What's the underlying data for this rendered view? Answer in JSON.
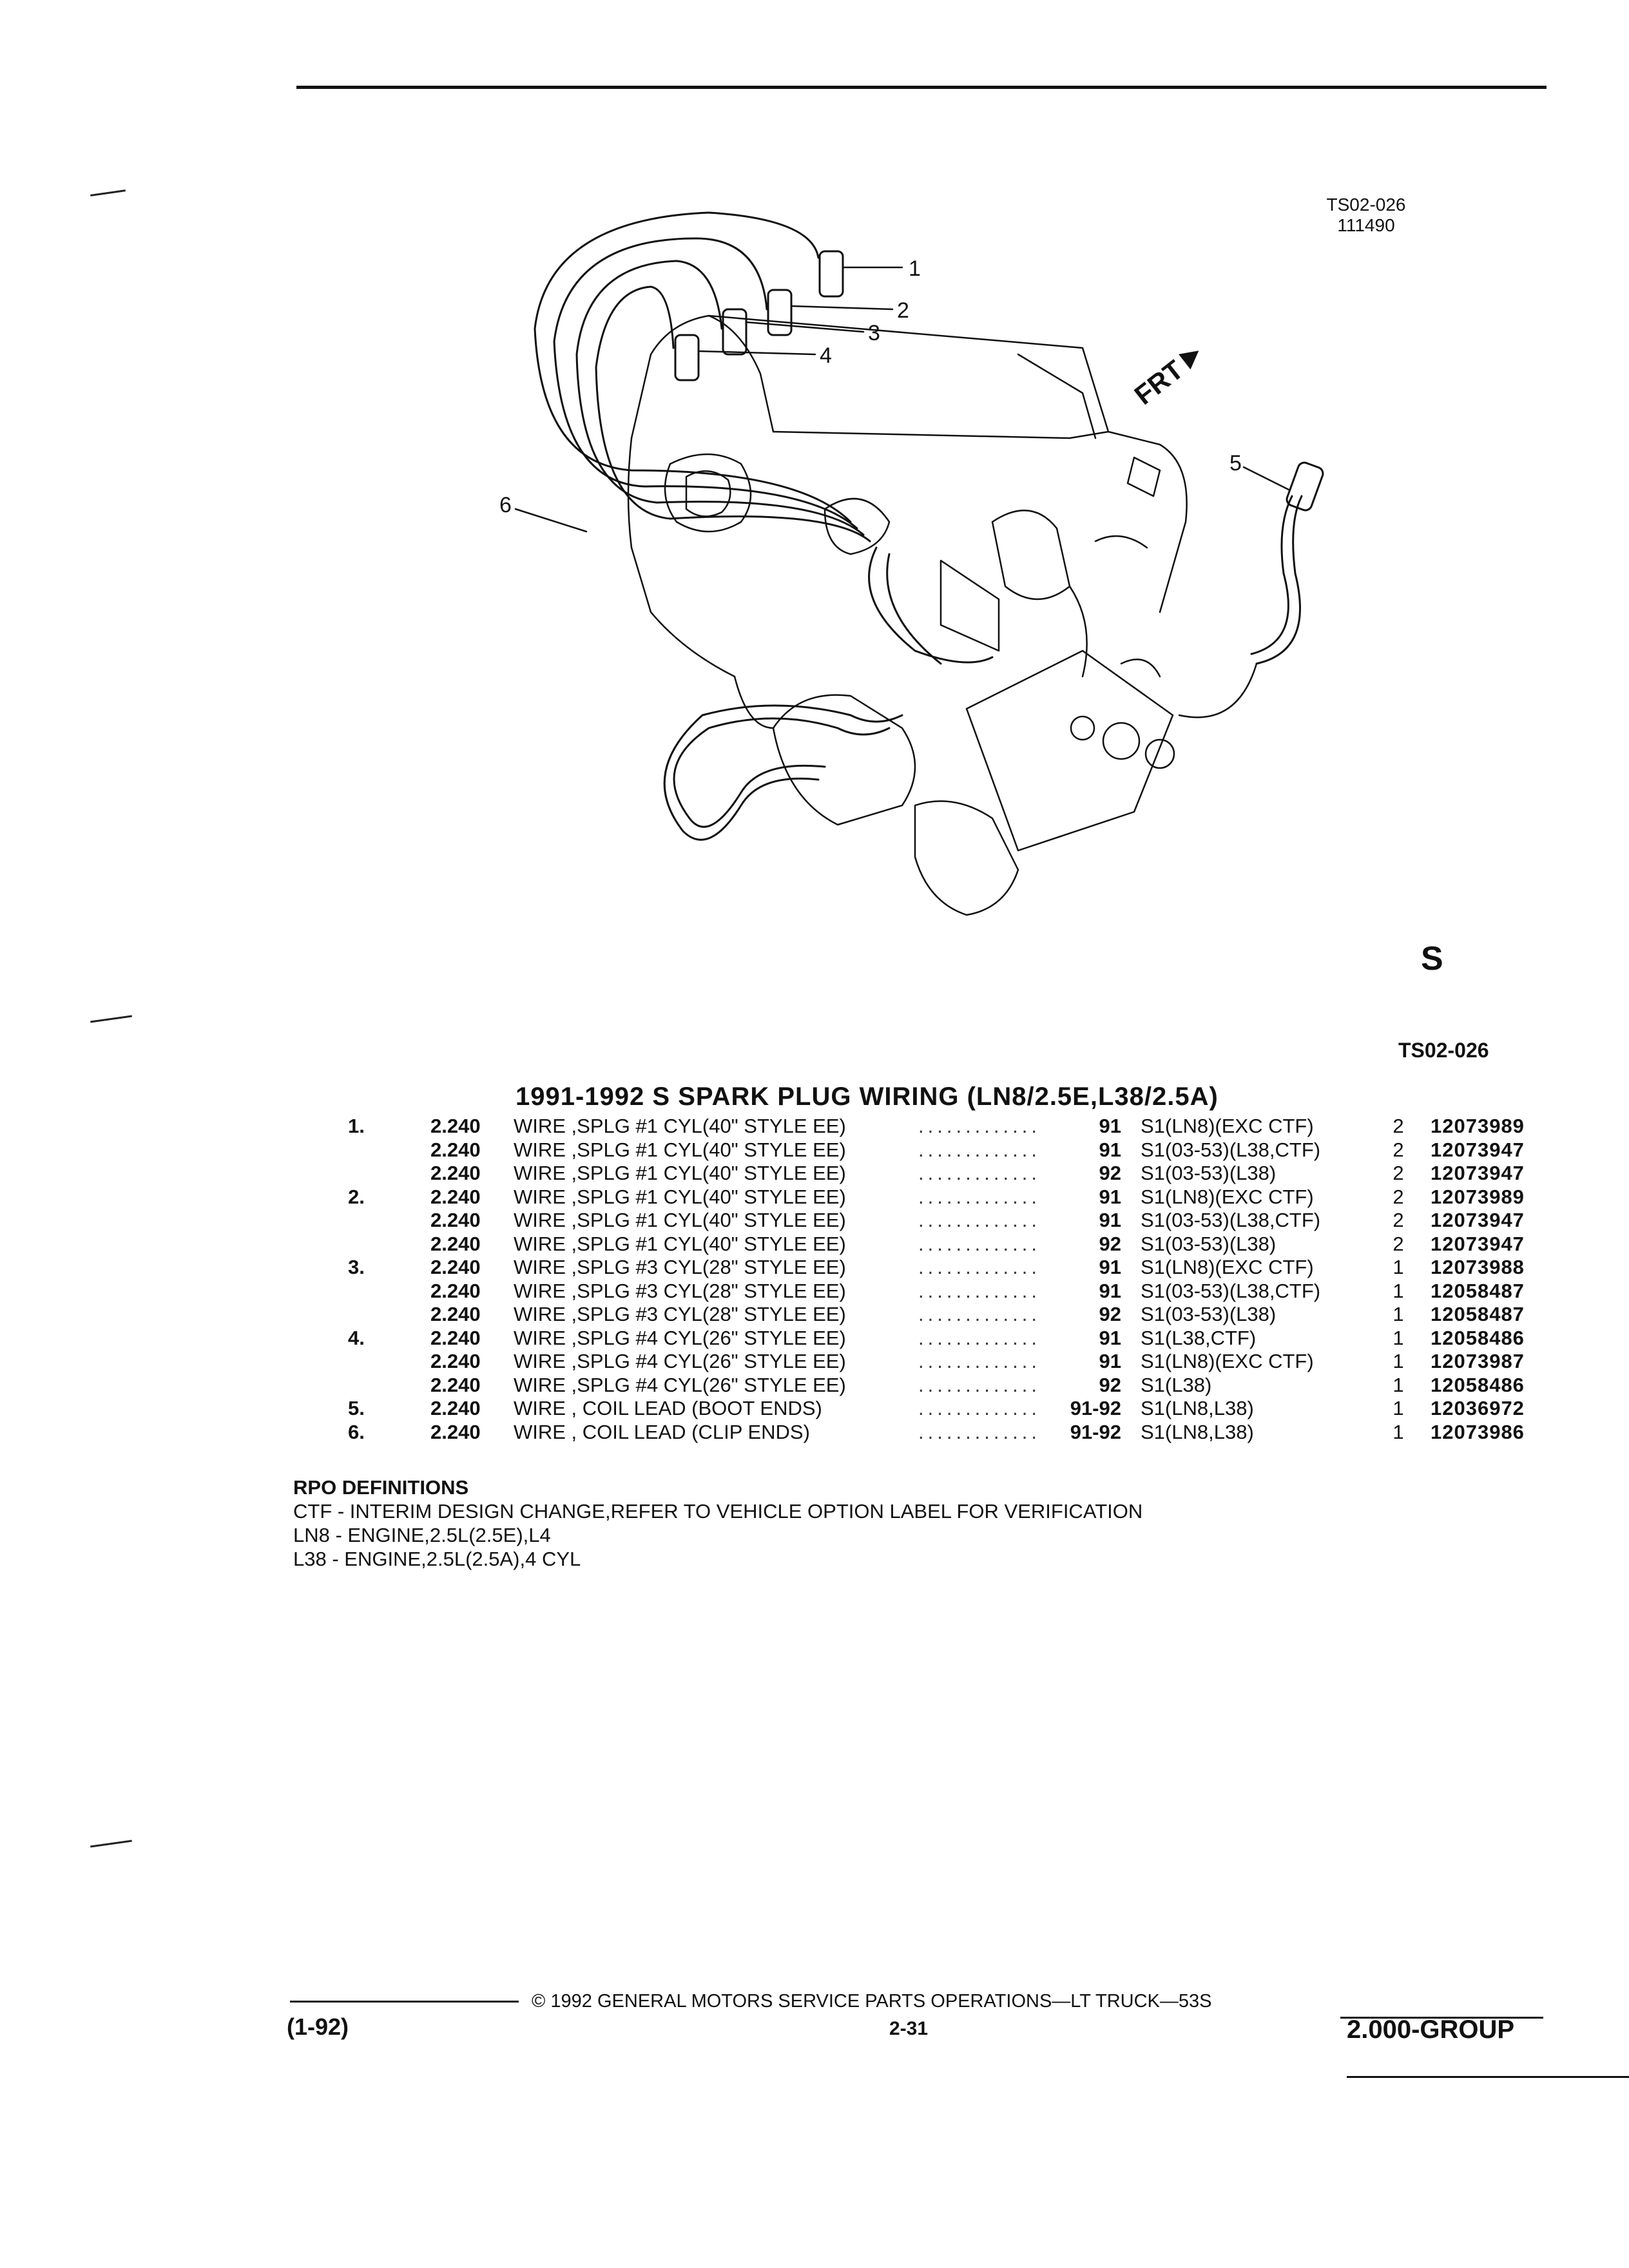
{
  "header": {
    "illustration_ref": [
      "TS02-026",
      "111490"
    ],
    "illustration_ref_bottom": "TS02-026"
  },
  "diagram": {
    "callouts": [
      "1",
      "2",
      "3",
      "4",
      "5",
      "6"
    ],
    "direction_label": "FRT",
    "corner_glyph": "S"
  },
  "catalog": {
    "title": "1991-1992 S SPARK PLUG WIRING (LN8/2.5E,L38/2.5A)",
    "rows": [
      {
        "item": "1.",
        "group": "2.240",
        "description": "WIRE ,SPLG #1 CYL(40\" STYLE EE)",
        "years": "91",
        "model": "S1(LN8)(EXC CTF)",
        "qty": "2",
        "part_number": "12073989"
      },
      {
        "item": "",
        "group": "2.240",
        "description": "WIRE ,SPLG #1 CYL(40\" STYLE EE)",
        "years": "91",
        "model": "S1(03-53)(L38,CTF)",
        "qty": "2",
        "part_number": "12073947"
      },
      {
        "item": "",
        "group": "2.240",
        "description": "WIRE ,SPLG #1 CYL(40\" STYLE EE)",
        "years": "92",
        "model": "S1(03-53)(L38)",
        "qty": "2",
        "part_number": "12073947"
      },
      {
        "item": "2.",
        "group": "2.240",
        "description": "WIRE ,SPLG #1 CYL(40\" STYLE EE)",
        "years": "91",
        "model": "S1(LN8)(EXC CTF)",
        "qty": "2",
        "part_number": "12073989"
      },
      {
        "item": "",
        "group": "2.240",
        "description": "WIRE ,SPLG #1 CYL(40\" STYLE EE)",
        "years": "91",
        "model": "S1(03-53)(L38,CTF)",
        "qty": "2",
        "part_number": "12073947"
      },
      {
        "item": "",
        "group": "2.240",
        "description": "WIRE ,SPLG #1 CYL(40\" STYLE EE)",
        "years": "92",
        "model": "S1(03-53)(L38)",
        "qty": "2",
        "part_number": "12073947"
      },
      {
        "item": "3.",
        "group": "2.240",
        "description": "WIRE ,SPLG #3 CYL(28\" STYLE EE)",
        "years": "91",
        "model": "S1(LN8)(EXC CTF)",
        "qty": "1",
        "part_number": "12073988"
      },
      {
        "item": "",
        "group": "2.240",
        "description": "WIRE ,SPLG #3 CYL(28\" STYLE EE)",
        "years": "91",
        "model": "S1(03-53)(L38,CTF)",
        "qty": "1",
        "part_number": "12058487"
      },
      {
        "item": "",
        "group": "2.240",
        "description": "WIRE ,SPLG #3 CYL(28\" STYLE EE)",
        "years": "92",
        "model": "S1(03-53)(L38)",
        "qty": "1",
        "part_number": "12058487"
      },
      {
        "item": "4.",
        "group": "2.240",
        "description": "WIRE ,SPLG #4 CYL(26\" STYLE EE)",
        "years": "91",
        "model": "S1(L38,CTF)",
        "qty": "1",
        "part_number": "12058486"
      },
      {
        "item": "",
        "group": "2.240",
        "description": "WIRE ,SPLG #4 CYL(26\" STYLE EE)",
        "years": "91",
        "model": "S1(LN8)(EXC CTF)",
        "qty": "1",
        "part_number": "12073987"
      },
      {
        "item": "",
        "group": "2.240",
        "description": "WIRE ,SPLG #4 CYL(26\" STYLE EE)",
        "years": "92",
        "model": "S1(L38)",
        "qty": "1",
        "part_number": "12058486"
      },
      {
        "item": "5.",
        "group": "2.240",
        "description": "WIRE , COIL LEAD (BOOT ENDS)",
        "years": "91-92",
        "model": "S1(LN8,L38)",
        "qty": "1",
        "part_number": "12036972"
      },
      {
        "item": "6.",
        "group": "2.240",
        "description": "WIRE , COIL LEAD (CLIP ENDS)",
        "years": "91-92",
        "model": "S1(LN8,L38)",
        "qty": "1",
        "part_number": "12073986"
      }
    ]
  },
  "rpo": {
    "heading": "RPO DEFINITIONS",
    "lines": [
      "CTF - INTERIM DESIGN CHANGE,REFER TO VEHICLE OPTION LABEL FOR VERIFICATION",
      "LN8 - ENGINE,2.5L(2.5E),L4",
      "L38 - ENGINE,2.5L(2.5A),4 CYL"
    ]
  },
  "footer": {
    "copyright": "© 1992 GENERAL MOTORS SERVICE PARTS OPERATIONS—LT TRUCK—53S",
    "revision_date": "(1-92)",
    "page_number": "2-31",
    "group": "2.000-GROUP"
  }
}
